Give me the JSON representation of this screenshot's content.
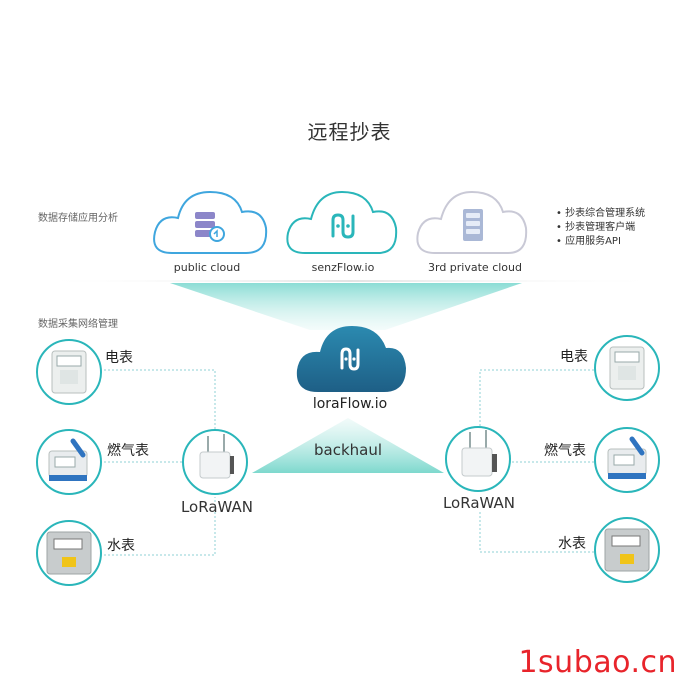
{
  "title": "远程抄表",
  "storage_section_label": "数据存储应用分析",
  "collection_section_label": "数据采集网络管理",
  "clouds": [
    {
      "label": "public cloud",
      "icon": "database-sync-icon"
    },
    {
      "label": "senzFlow.io",
      "icon": "senzflow-logo-icon"
    },
    {
      "label": "3rd private cloud",
      "icon": "server-rack-icon"
    }
  ],
  "features": [
    "抄表综合管理系统",
    "抄表管理客户端",
    "应用服务API"
  ],
  "main_cloud": {
    "label": "loraFlow.io",
    "icon": "loraflow-logo-icon"
  },
  "backhaul_label": "backhaul",
  "gateways": [
    {
      "label": "LoRaWAN"
    },
    {
      "label": "LoRaWAN"
    }
  ],
  "left_meters": [
    {
      "label": "电表",
      "icon": "electricity-meter-icon"
    },
    {
      "label": "燃气表",
      "icon": "gas-meter-icon"
    },
    {
      "label": "水表",
      "icon": "water-meter-icon"
    }
  ],
  "right_meters": [
    {
      "label": "电表",
      "icon": "electricity-meter-icon"
    },
    {
      "label": "燃气表",
      "icon": "gas-meter-icon"
    },
    {
      "label": "水表",
      "icon": "water-meter-icon"
    }
  ],
  "watermark": "1subao.cn",
  "colors": {
    "teal": "#2ab6ba",
    "teal_dark": "#1f6f8b",
    "line": "#8fd0d6",
    "blue_cloud": "#3fa6de",
    "gray_cloud": "#c9c9d6"
  }
}
